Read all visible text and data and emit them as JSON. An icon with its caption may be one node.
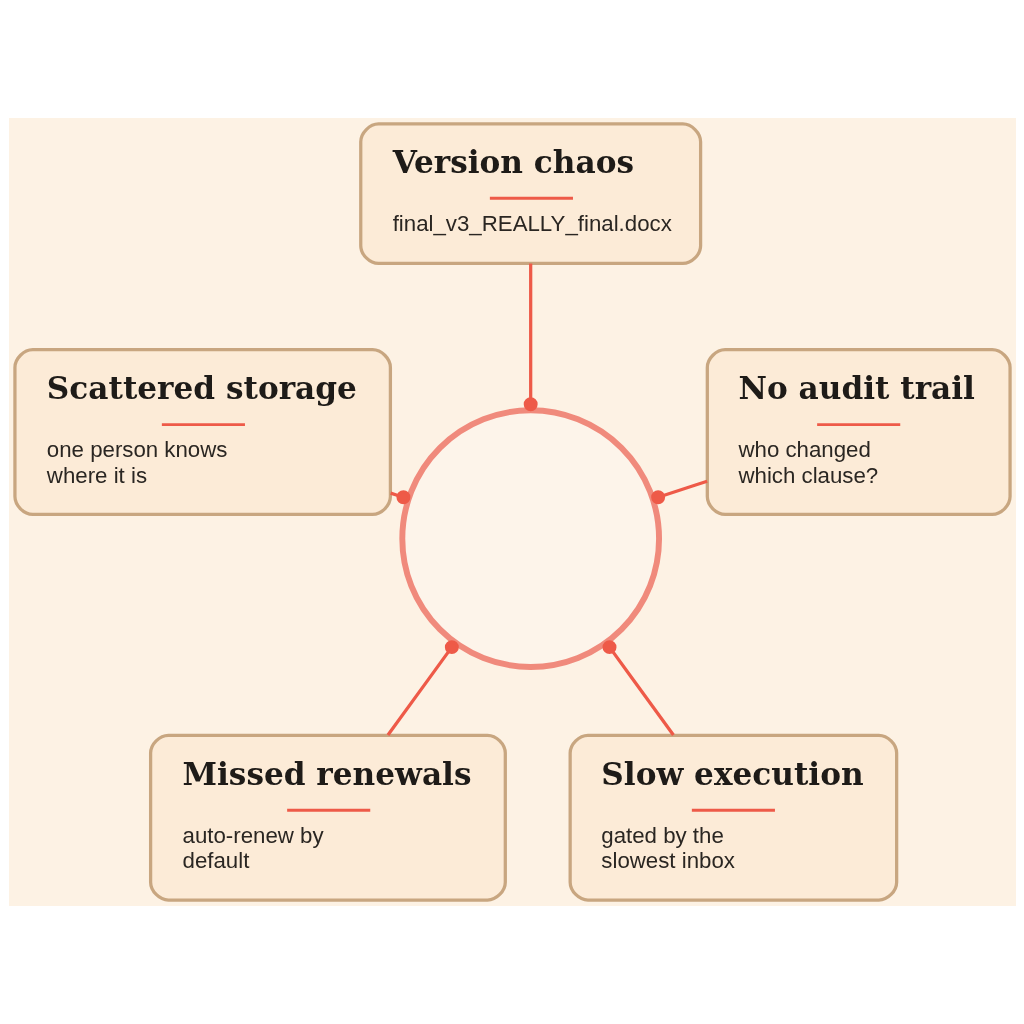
{
  "diagram": {
    "nodes": [
      {
        "text": [
          "Version chaos",
          "final_v3_REALLY_final.docx"
        ]
      },
      {
        "text": [
          "Scattered storage",
          "one person knows where it is"
        ]
      },
      {
        "text": [],
        "shape": "circle"
      },
      {
        "text": [
          "No audit trail",
          "who changed which clause?"
        ]
      },
      {
        "text": [
          "Missed renewals",
          "auto-renew by default"
        ]
      },
      {
        "text": [
          "Slow execution",
          "gated by the slowest inbox"
        ]
      }
    ],
    "edges": [
      {
        "from": 0,
        "to": 2,
        "arrow": "other"
      },
      {
        "from": 1,
        "to": 2,
        "arrow": "other"
      },
      {
        "from": 3,
        "to": 2,
        "arrow": "other"
      },
      {
        "from": 4,
        "to": 2,
        "arrow": "other"
      },
      {
        "from": 5,
        "to": 2,
        "arrow": "other"
      }
    ]
  }
}
